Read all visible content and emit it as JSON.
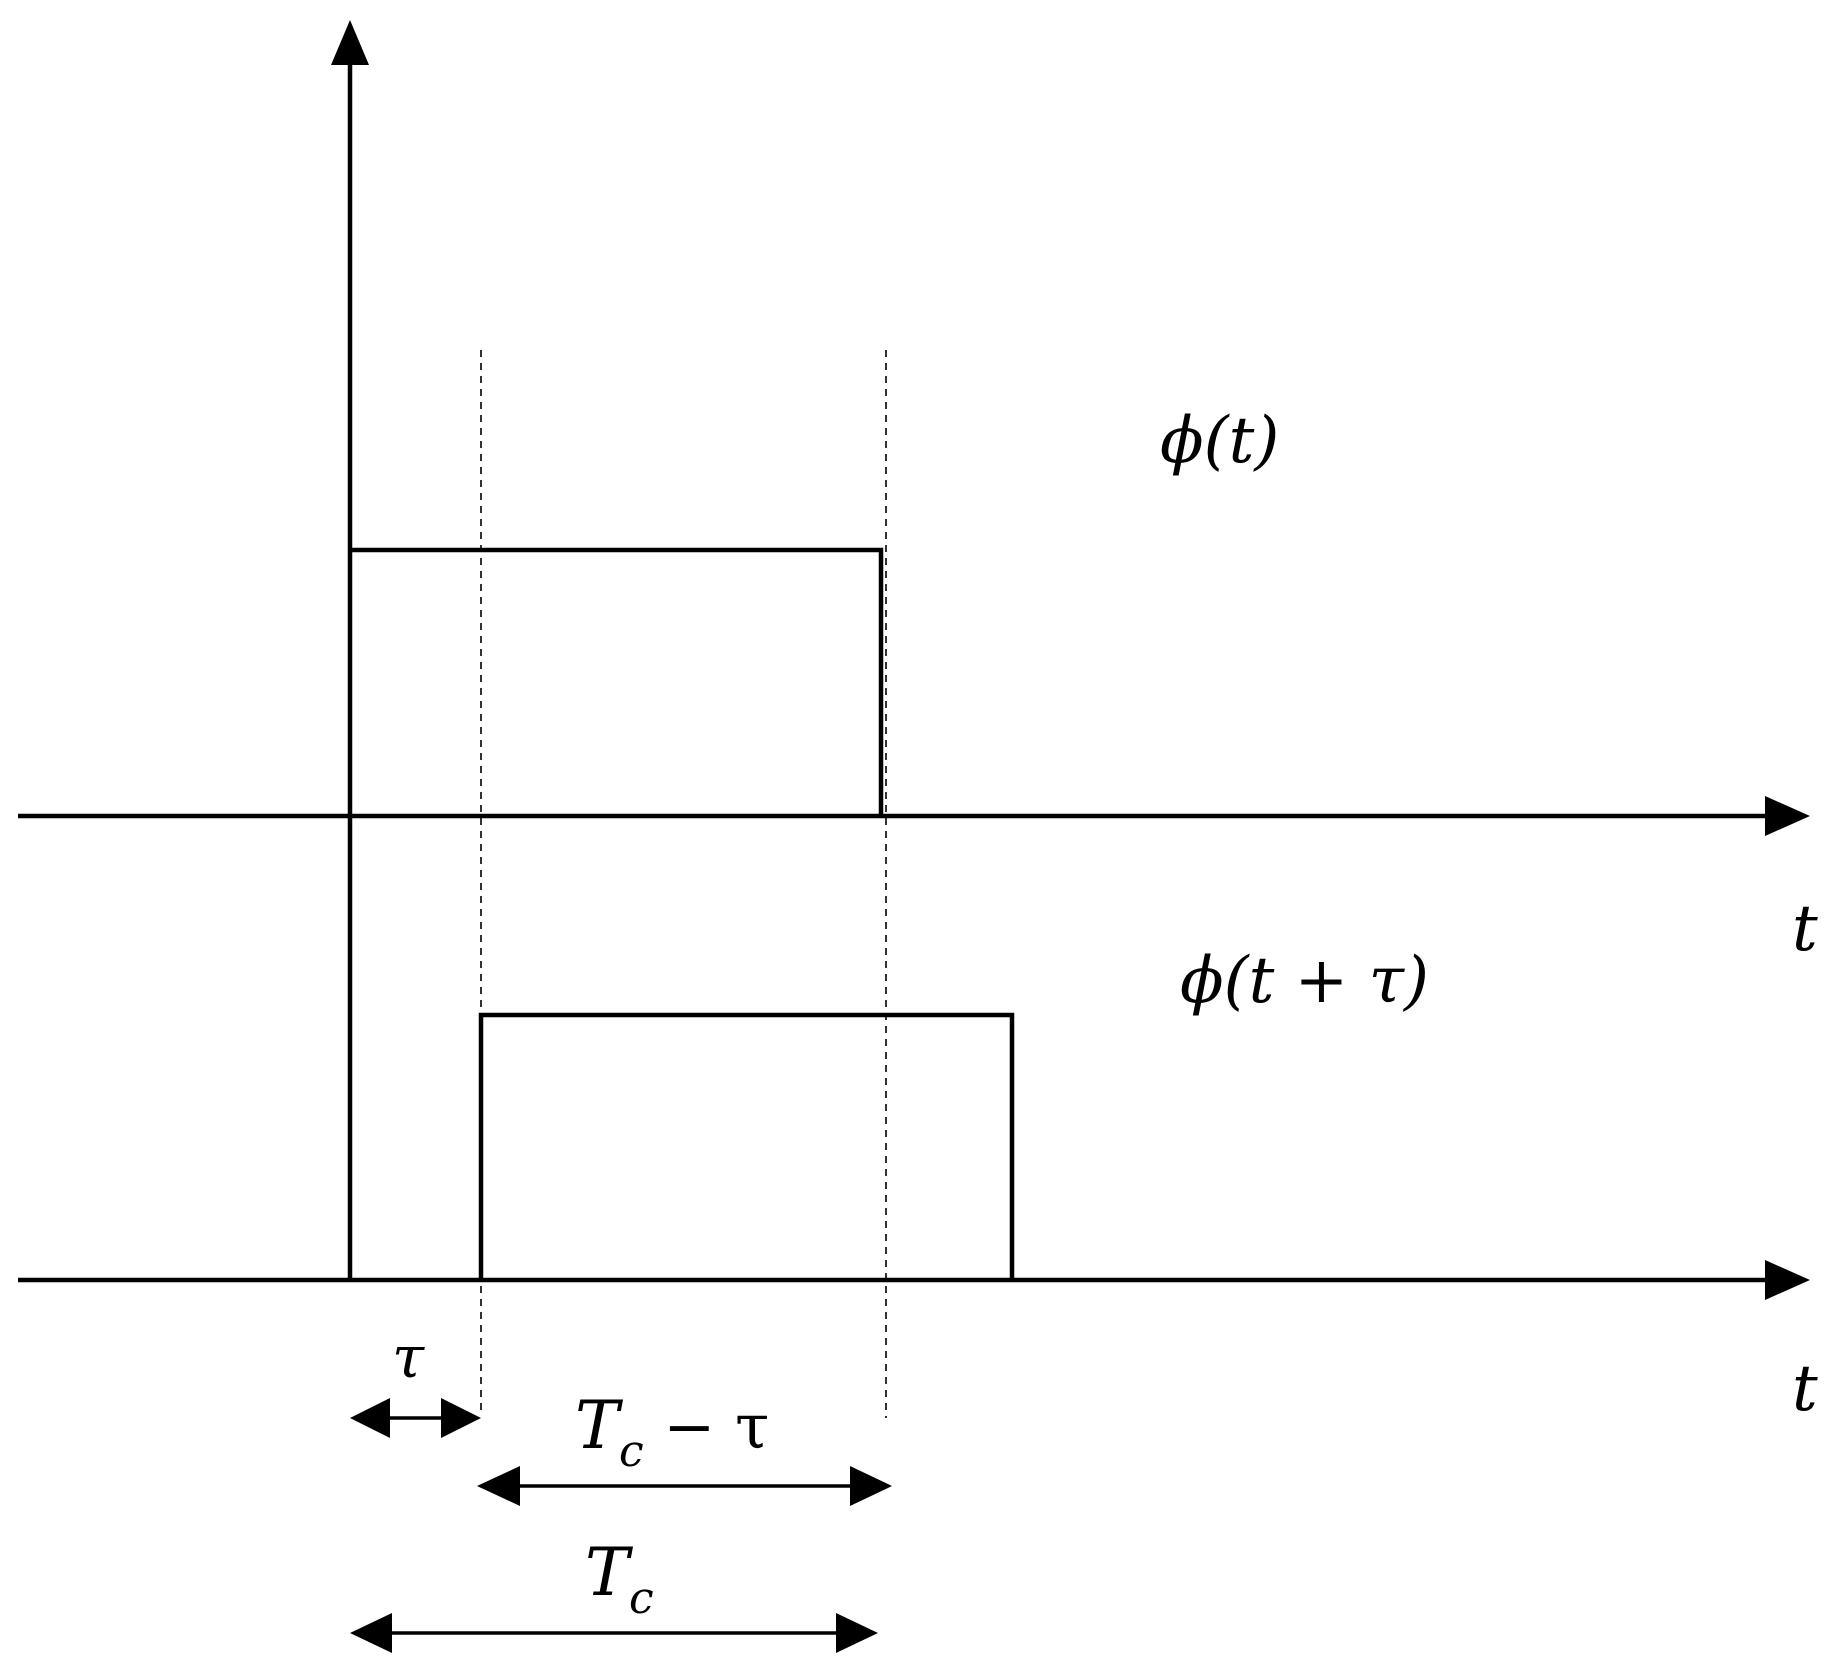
{
  "diagram": {
    "labels": {
      "signal_top": "ϕ(t)",
      "signal_bottom": "ϕ(t + τ)",
      "top_axis_variable": "t",
      "bottom_axis_variable": "t",
      "tau": "τ",
      "tc_minus_tau": {
        "main": "T",
        "sub": "c",
        "rest": " − τ"
      },
      "tc": {
        "main": "T",
        "sub": "c"
      }
    }
  }
}
